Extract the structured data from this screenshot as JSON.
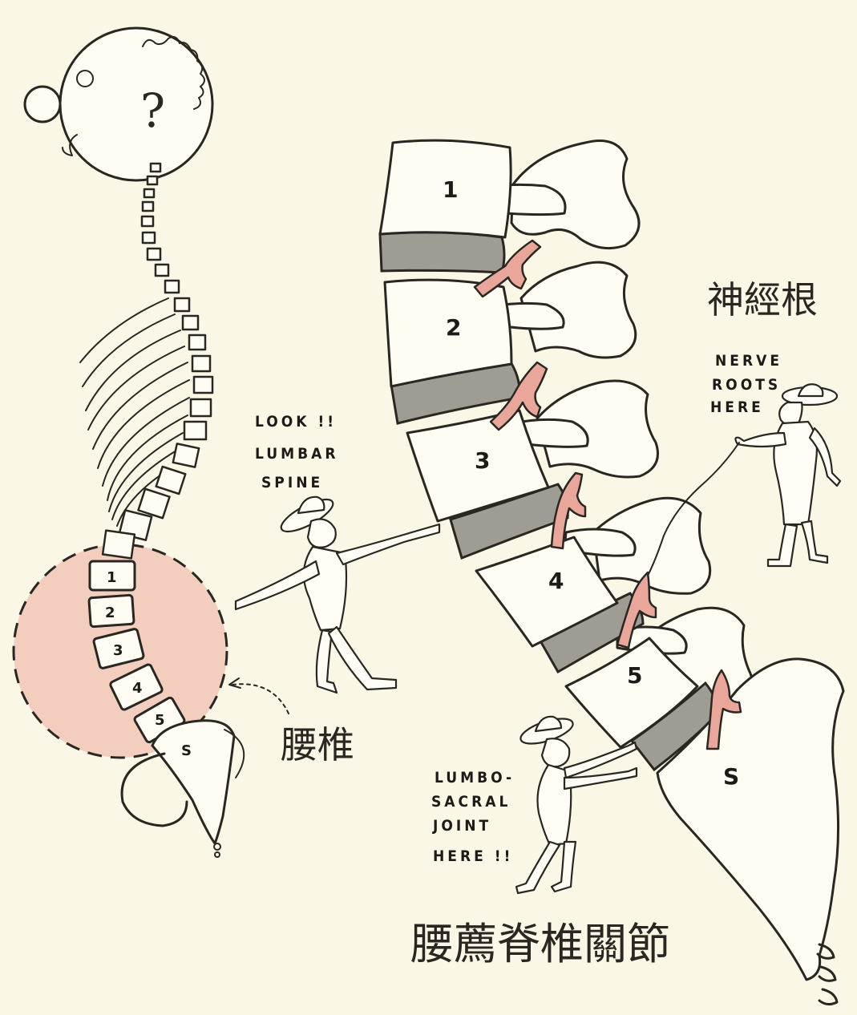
{
  "labels": {
    "look": "LOOK !!",
    "lumbar": "LUMBAR",
    "spine": "SPINE",
    "nerve": "NERVE",
    "roots": "ROOTS",
    "here": "HERE",
    "lumbo": "LUMBO-",
    "sacral": "SACRAL",
    "joint": "JOINT",
    "here2": "HERE !!",
    "question_mark": "?"
  },
  "chinese_labels": {
    "lumbar_spine": "腰椎",
    "nerve_root": "神經根",
    "lumbosacral_joint": "腰薦脊椎關節"
  },
  "vertebra_numbers": [
    "1",
    "2",
    "3",
    "4",
    "5",
    "S"
  ],
  "colors": {
    "paper": "#fbf7e6",
    "highlight": "#f3cdbd",
    "nerve_root": "#e9a79b",
    "disc": "#9e9c93"
  }
}
